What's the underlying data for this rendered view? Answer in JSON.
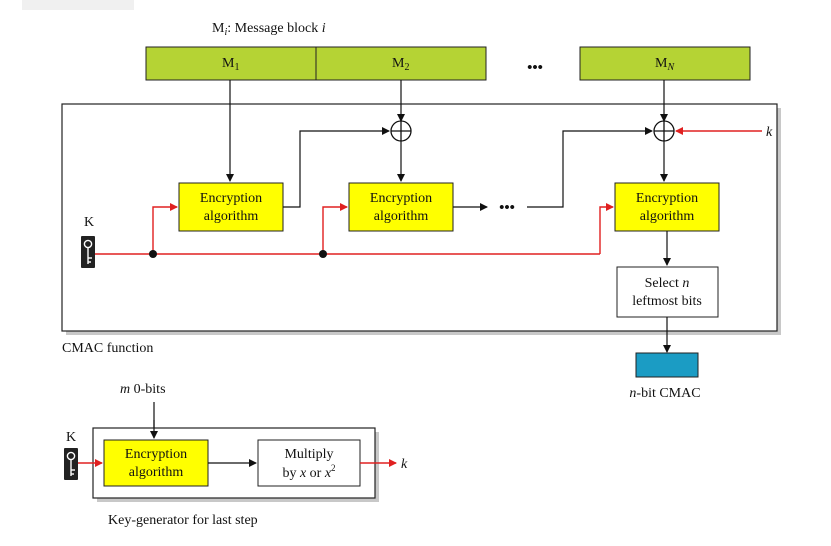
{
  "legend": {
    "message_label_prefix": "M",
    "message_label_sub": "i",
    "message_label_suffix": ": Message block ",
    "message_label_var": "i"
  },
  "message_blocks": [
    {
      "base": "M",
      "sub": "1"
    },
    {
      "base": "M",
      "sub": "2"
    },
    {
      "base": "M",
      "sub": "N"
    }
  ],
  "ellipsis": "•••",
  "key_label": "K",
  "k_label": "k",
  "xor_symbol": "+",
  "encryption": {
    "line1": "Encryption",
    "line2": "algorithm"
  },
  "select": {
    "line1_prefix": "Select ",
    "line1_var": "n",
    "line2": "leftmost bits"
  },
  "cmac_function_label": "CMAC function",
  "output": {
    "var": "n",
    "suffix": "-bit CMAC"
  },
  "keygen": {
    "zero_bits_var": "m",
    "zero_bits_suffix": " 0-bits",
    "multiply_line1": "Multiply",
    "multiply_line2_prefix": "by ",
    "multiply_line2_x1": "x",
    "multiply_line2_or": " or ",
    "multiply_line2_x2": "x",
    "multiply_line2_exp": "2",
    "title": "Key-generator for last step"
  },
  "colors": {
    "message_fill": "#b5d334",
    "encryption_fill": "#ffff00",
    "output_fill": "#1b9cc4",
    "key_wire": "#e02020",
    "data_wire": "#111111"
  }
}
